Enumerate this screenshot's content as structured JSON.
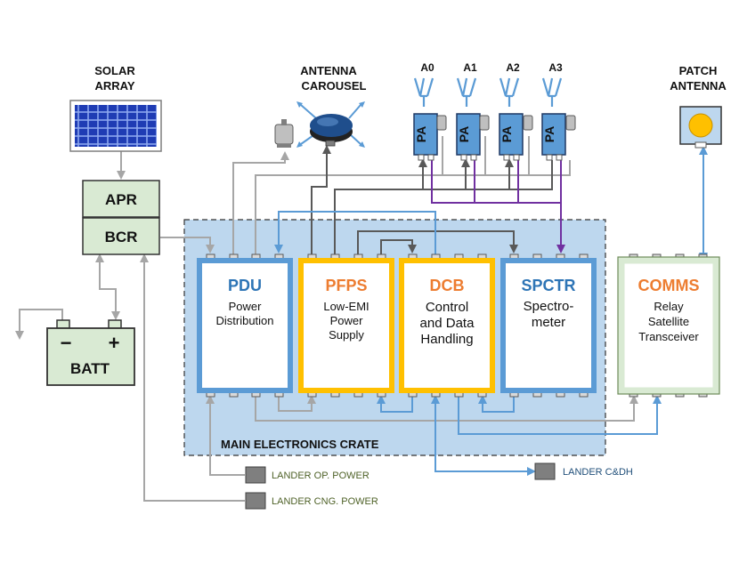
{
  "solar_array": {
    "line1": "SOLAR",
    "line2": "ARRAY"
  },
  "antenna_carousel": {
    "line1": "ANTENNA",
    "line2": "CAROUSEL"
  },
  "patch_antenna": {
    "line1": "PATCH",
    "line2": "ANTENNA"
  },
  "antennas": [
    "A0",
    "A1",
    "A2",
    "A3"
  ],
  "pa_label": "PA",
  "apr": "APR",
  "bcr": "BCR",
  "batt": {
    "label": "BATT",
    "minus": "−",
    "plus": "+"
  },
  "crate_label": "MAIN ELECTRONICS CRATE",
  "modules": {
    "pdu": {
      "title": "PDU",
      "lines": [
        "Power",
        "Distribution"
      ]
    },
    "pfps": {
      "title": "PFPS",
      "lines": [
        "Low-EMI",
        "Power",
        "Supply"
      ]
    },
    "dcb": {
      "title": "DCB",
      "lines": [
        "Control",
        "and Data",
        "Handling"
      ]
    },
    "spctr": {
      "title": "SPCTR",
      "lines": [
        "Spectro-",
        "meter"
      ]
    },
    "comms": {
      "title": "COMMS",
      "lines": [
        "Relay",
        "Satellite",
        "Transceiver"
      ]
    }
  },
  "lander_op_power": "LANDER OP. POWER",
  "lander_cng_power": "LANDER CNG. POWER",
  "lander_cdh": "LANDER C&DH",
  "colors": {
    "crate_fill": "#bdd7ee",
    "blue": "#5b9bd5",
    "gold": "#ffc000",
    "green_fill": "#d9ead3",
    "green_border": "#6d8b59",
    "title_blue": "#2e75b6",
    "title_orange": "#ed7d31",
    "purple": "#7030a0",
    "gray_line": "#a6a6a6",
    "dark_line": "#595959",
    "arrow_blue": "#5b9bd5"
  }
}
